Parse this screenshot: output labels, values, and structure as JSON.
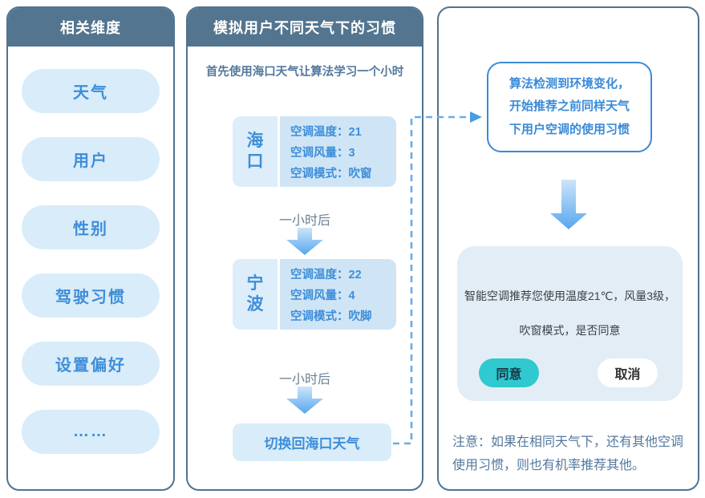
{
  "colors": {
    "panel_border": "#51738e",
    "header_bg": "#53758f",
    "header_text": "#ffffff",
    "pill_bg": "#d9ecf9",
    "accent_blue": "#3e8ed9",
    "detect_border_blue": "#3a8ad8",
    "steel_text": "#54789d",
    "muted_text": "#6b8093",
    "body_text": "#3a3f45",
    "agree_button_bg": "#2fc9cf",
    "connector_blue": "#6aabe8",
    "arrow_gradient_top": "#cde5f9",
    "arrow_gradient_bottom": "#55a7ef"
  },
  "left_panel": {
    "title": "相关维度",
    "items": [
      "天气",
      "用户",
      "性别",
      "驾驶习惯",
      "设置偏好",
      "……"
    ]
  },
  "middle_panel": {
    "title": "模拟用户不同天气下的习惯",
    "subtitle": "首先使用海口天气让算法学习一个小时",
    "interval_label": "一小时后",
    "steps": [
      {
        "city": "海口",
        "lines": [
          "空调温度：21",
          "空调风量：3",
          "空调模式：吹窗"
        ]
      },
      {
        "city": "宁波",
        "lines": [
          "空调温度：22",
          "空调风量：4",
          "空调模式：吹脚"
        ]
      }
    ],
    "final_step": "切换回海口天气"
  },
  "right_panel": {
    "detection_lines": [
      "算法检测到环境变化，",
      "开始推荐之前同样天气",
      "下用户空调的使用习惯"
    ],
    "dialog": {
      "line1": "智能空调推荐您使用温度21℃，风量3级，",
      "line2": "吹窗模式，是否同意",
      "agree_label": "同意",
      "cancel_label": "取消"
    },
    "note": "注意：如果在相同天气下，还有其他空调使用习惯，则也有机率推荐其他。"
  }
}
